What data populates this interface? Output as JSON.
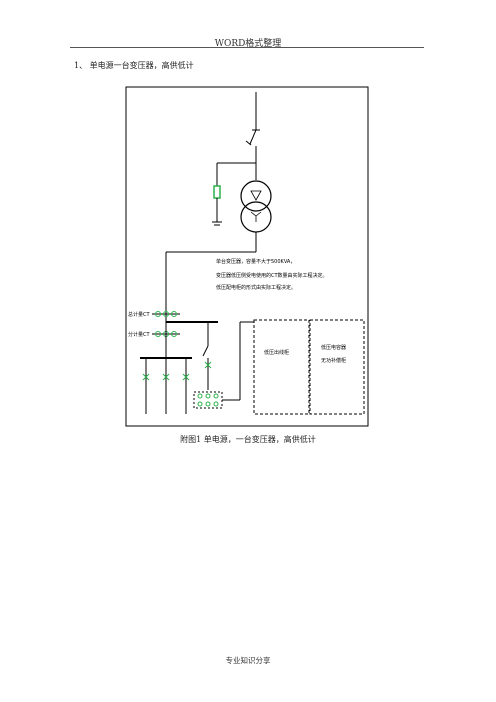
{
  "header": {
    "text": "WORD格式整理"
  },
  "section": {
    "title": "1、 单电源一台变压器，高供低计"
  },
  "diagram": {
    "notes": [
      "单台变压器，容量不大于500KVA，",
      "变压器低压侧受电使用的CT数量由实际工程决定。",
      "低压配电柜的形式由实际工程决定。"
    ],
    "ct_labels": [
      "总计量CT",
      "分计量CT"
    ],
    "panel_labels": {
      "main_panel": "低压出线柜",
      "capacitor_line1": "低压电容器",
      "capacitor_line2": "无功补偿柜"
    },
    "caption": "附图1  单电源，一台变压器，高供低计"
  },
  "footer": {
    "text": "专业知识分享"
  },
  "colors": {
    "line": "#000000",
    "green": "#2bb24c",
    "rule": "#555555"
  }
}
